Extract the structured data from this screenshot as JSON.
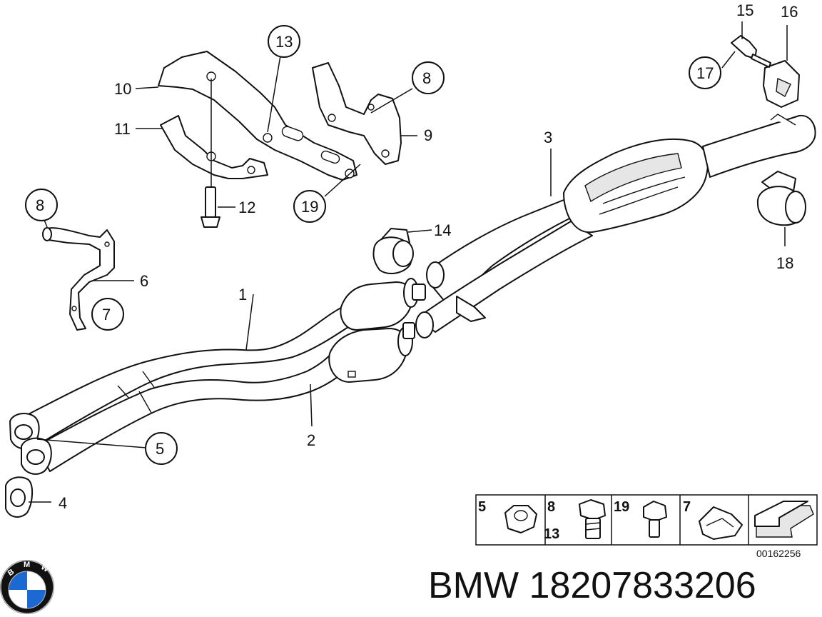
{
  "title": "BMW 18207833206",
  "diagram_id": "00162256",
  "brand": {
    "logo_letters": "BMW",
    "colors": {
      "blue": "#1c69d4",
      "white": "#ffffff",
      "black": "#111111"
    }
  },
  "callouts": {
    "c1": "1",
    "c2": "2",
    "c3": "3",
    "c4": "4",
    "c5": "5",
    "c6": "6",
    "c7": "7",
    "c8a": "8",
    "c8b": "8",
    "c9": "9",
    "c10": "10",
    "c11": "11",
    "c12": "12",
    "c13": "13",
    "c14": "14",
    "c15": "15",
    "c16": "16",
    "c17": "17",
    "c18": "18",
    "c19": "19"
  },
  "legend": {
    "cell1": "5",
    "cell2_a": "8",
    "cell2_b": "13",
    "cell3": "19",
    "cell4": "7"
  }
}
